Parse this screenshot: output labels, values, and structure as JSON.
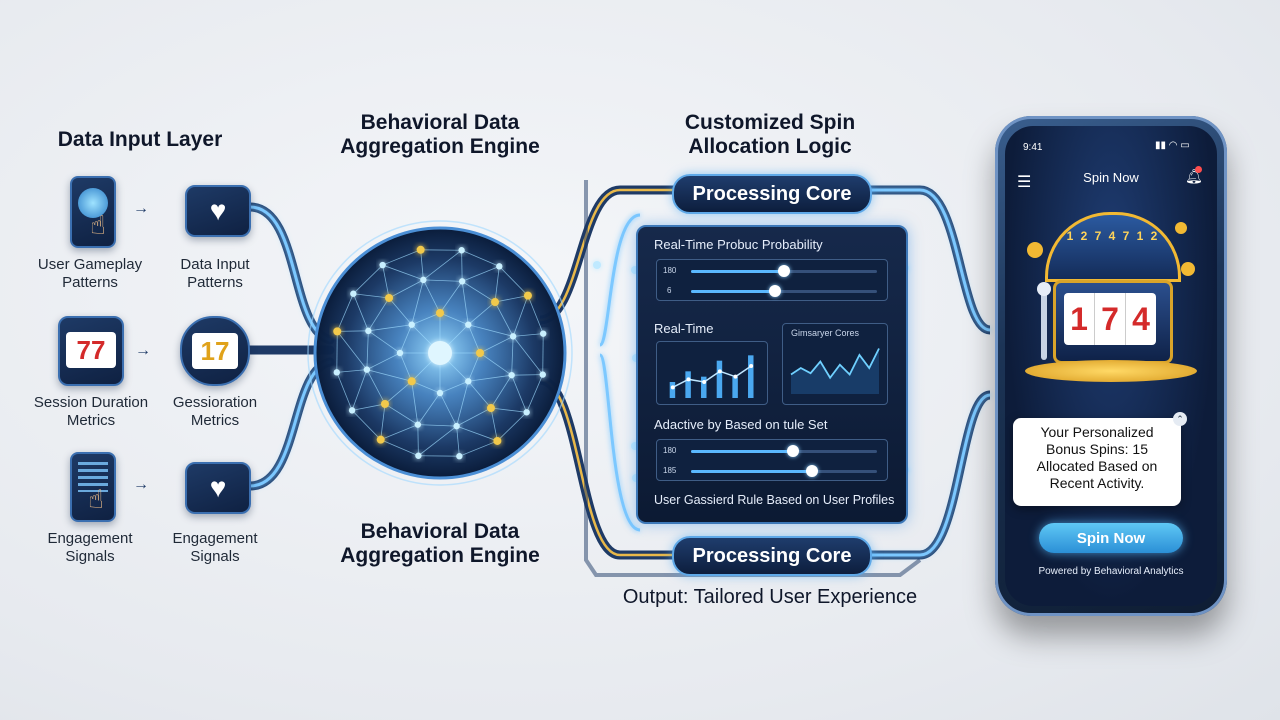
{
  "headings": {
    "input_layer": "Data Input Layer",
    "aggregation_top": [
      "Behavioral Data",
      "Aggregation Engine"
    ],
    "aggregation_bottom": [
      "Behavioral Data",
      "Aggregation Engine"
    ],
    "spin_logic": [
      "Customized Spin",
      "Allocation Logic"
    ],
    "output": "Output: Tailored User Experience"
  },
  "inputs": {
    "left_labels": [
      [
        "User Gameplay",
        "Patterns"
      ],
      [
        "Session Duration",
        "Metrics"
      ],
      [
        "Engagement",
        "Signals"
      ]
    ],
    "right_labels": [
      [
        "Data Input",
        "Patterns"
      ],
      [
        "Gessioration",
        "Metrics"
      ],
      [
        "Engagement",
        "Signals"
      ]
    ],
    "slot_digits": "77",
    "slot_digits_alt": "17"
  },
  "core": {
    "top_label": "Processing Core",
    "bottom_label": "Processing Core"
  },
  "panel": {
    "title1": "Real-Time Probuc Probability",
    "slider1": {
      "value_a": "180",
      "value_b": "6",
      "fill_a": 0.5,
      "fill_b": 0.45
    },
    "title2": "Real-Time",
    "chart_title": "Gimsaryer Cores",
    "bar_values": [
      3,
      5,
      4,
      7,
      4,
      8
    ],
    "line_values": [
      2,
      3.5,
      3,
      5,
      4,
      6
    ],
    "wave_values": [
      3,
      4,
      3.2,
      5,
      2.5,
      4.5,
      3,
      6,
      4,
      7
    ],
    "title3": "Adactive by Based on tule Set",
    "slider2": {
      "value_a": "180",
      "value_b": "185",
      "fill_a": 0.55,
      "fill_b": 0.65
    },
    "footer": "User Gassierd Rule Based on User Profiles"
  },
  "phone": {
    "time": "9:41",
    "title": "Spin Now",
    "reels": [
      "1",
      "7",
      "4"
    ],
    "wheel_numbers": [
      "1",
      "2",
      "7",
      "4",
      "7",
      "1",
      "2"
    ],
    "notification_lines": [
      "Your Personalized",
      "Bonus Spins: 15",
      "Allocated Based on",
      "Recent Activity."
    ],
    "button": "Spin Now",
    "powered_by": "Powered by Behavioral Analytics"
  },
  "colors": {
    "navy": "#0f2142",
    "glow": "#5ab8ff",
    "gold": "#f2b933"
  }
}
